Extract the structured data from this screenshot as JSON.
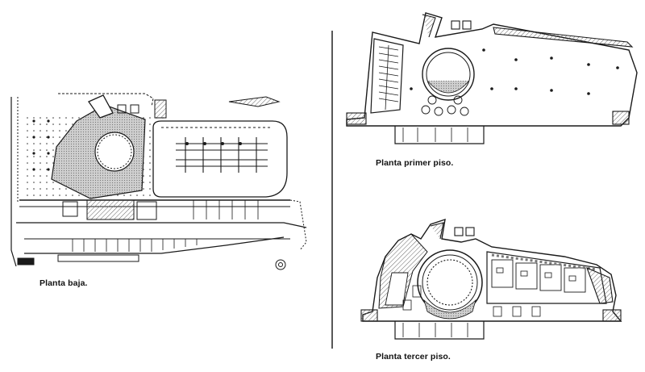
{
  "plans": {
    "ground": {
      "caption": "Planta baja."
    },
    "first": {
      "caption": "Planta primer piso."
    },
    "third": {
      "caption": "Planta tercer piso."
    }
  },
  "colors": {
    "ink": "#1a1a1a",
    "hatch": "#555555",
    "paper": "#ffffff",
    "tone": "#bdbdbd"
  },
  "divider": {
    "present": true
  }
}
